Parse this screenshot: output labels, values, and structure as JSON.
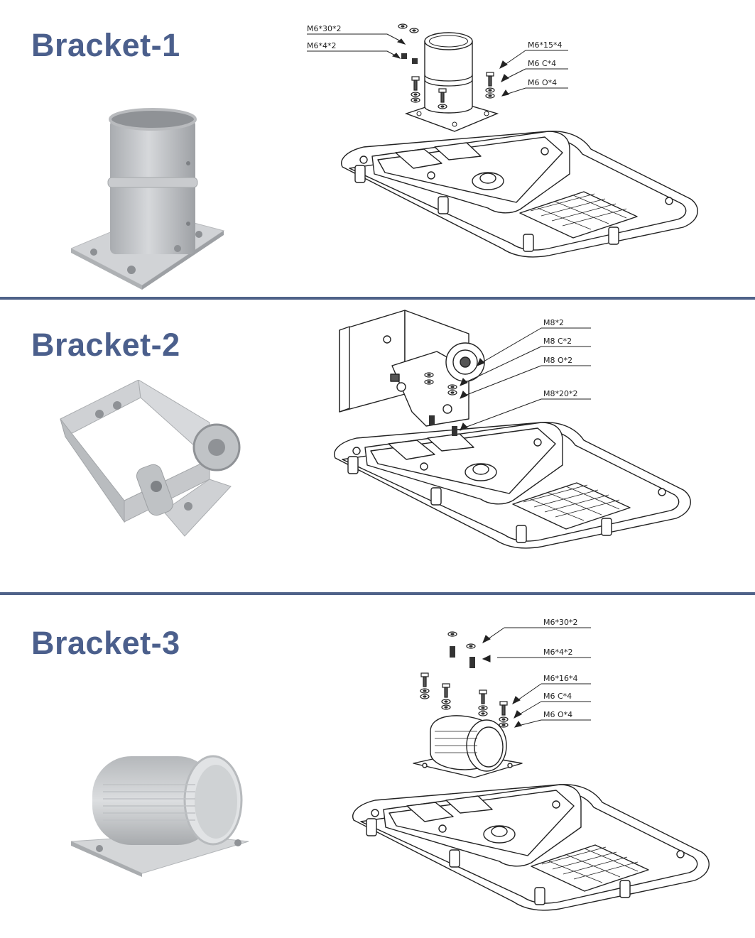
{
  "colors": {
    "title": "#4b5f8c",
    "divider": "#4f6289",
    "metal": "#c4c6c9",
    "line": "#222222"
  },
  "sections": [
    {
      "title": "Bracket-1",
      "labels": [
        "M6*30*2",
        "M6*4*2",
        "M6*15*4",
        "M6 C*4",
        "M6 O*4"
      ]
    },
    {
      "title": "Bracket-2",
      "labels": [
        "M8*2",
        "M8 C*2",
        "M8 O*2",
        "M8*20*2"
      ]
    },
    {
      "title": "Bracket-3",
      "labels": [
        "M6*30*2",
        "M6*4*2",
        "M6*16*4",
        "M6 C*4",
        "M6 O*4"
      ]
    }
  ]
}
